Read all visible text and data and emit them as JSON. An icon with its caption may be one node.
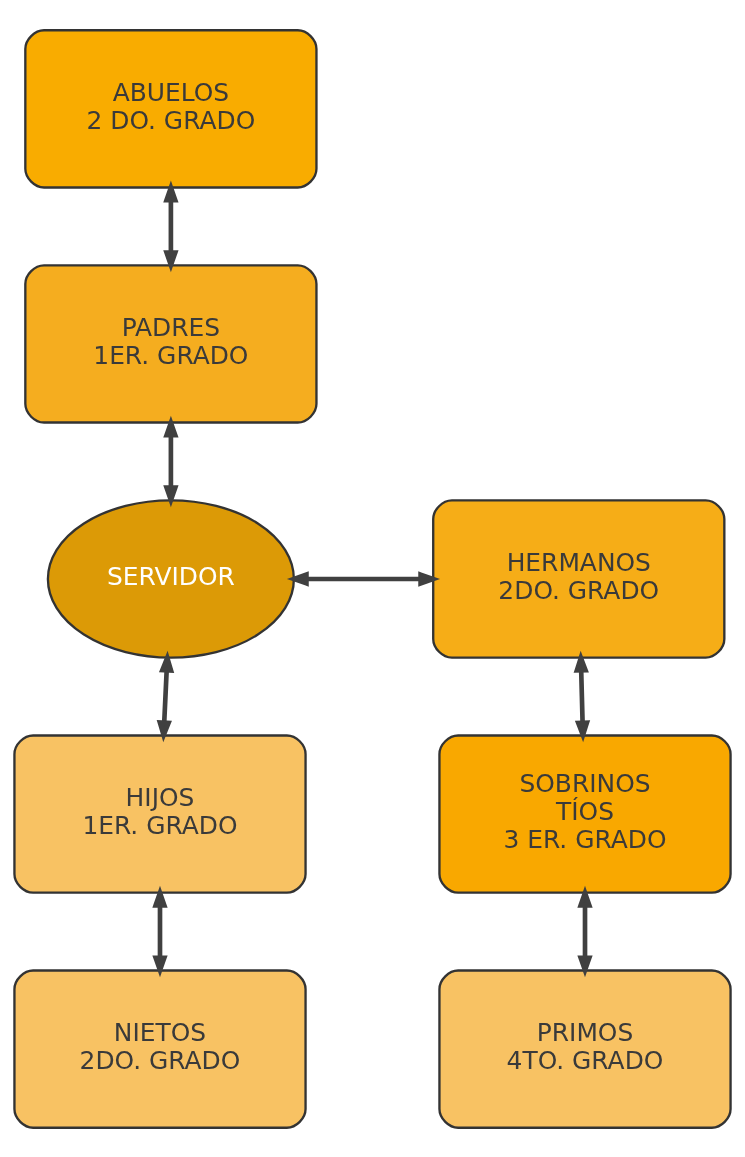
{
  "diagram": {
    "nodes": [
      {
        "text": [
          "ABUELOS",
          "2 DO. GRADO"
        ]
      },
      {
        "text": [
          "PADRES",
          "1ER. GRADO"
        ]
      },
      {
        "text": [
          "SERVIDOR"
        ]
      },
      {
        "text": [
          "HERMANOS",
          "2DO. GRADO"
        ]
      },
      {
        "text": [
          "HIJOS",
          "1ER. GRADO"
        ]
      },
      {
        "text": [
          "SOBRINOS",
          "TÍOS",
          "3 ER. GRADO"
        ]
      },
      {
        "text": [
          "NIETOS",
          "2DO. GRADO"
        ]
      },
      {
        "text": [
          "PRIMOS",
          "4TO. GRADO"
        ]
      }
    ],
    "edges": [
      {
        "from": 0,
        "to": 1,
        "arrow": "both"
      },
      {
        "from": 1,
        "to": 2,
        "arrow": "both"
      },
      {
        "from": 2,
        "to": 3,
        "arrow": "both"
      },
      {
        "from": 2,
        "to": 4,
        "arrow": "both"
      },
      {
        "from": 3,
        "to": 5,
        "arrow": "both"
      },
      {
        "from": 4,
        "to": 6,
        "arrow": "both"
      },
      {
        "from": 5,
        "to": 7,
        "arrow": "both"
      }
    ]
  }
}
